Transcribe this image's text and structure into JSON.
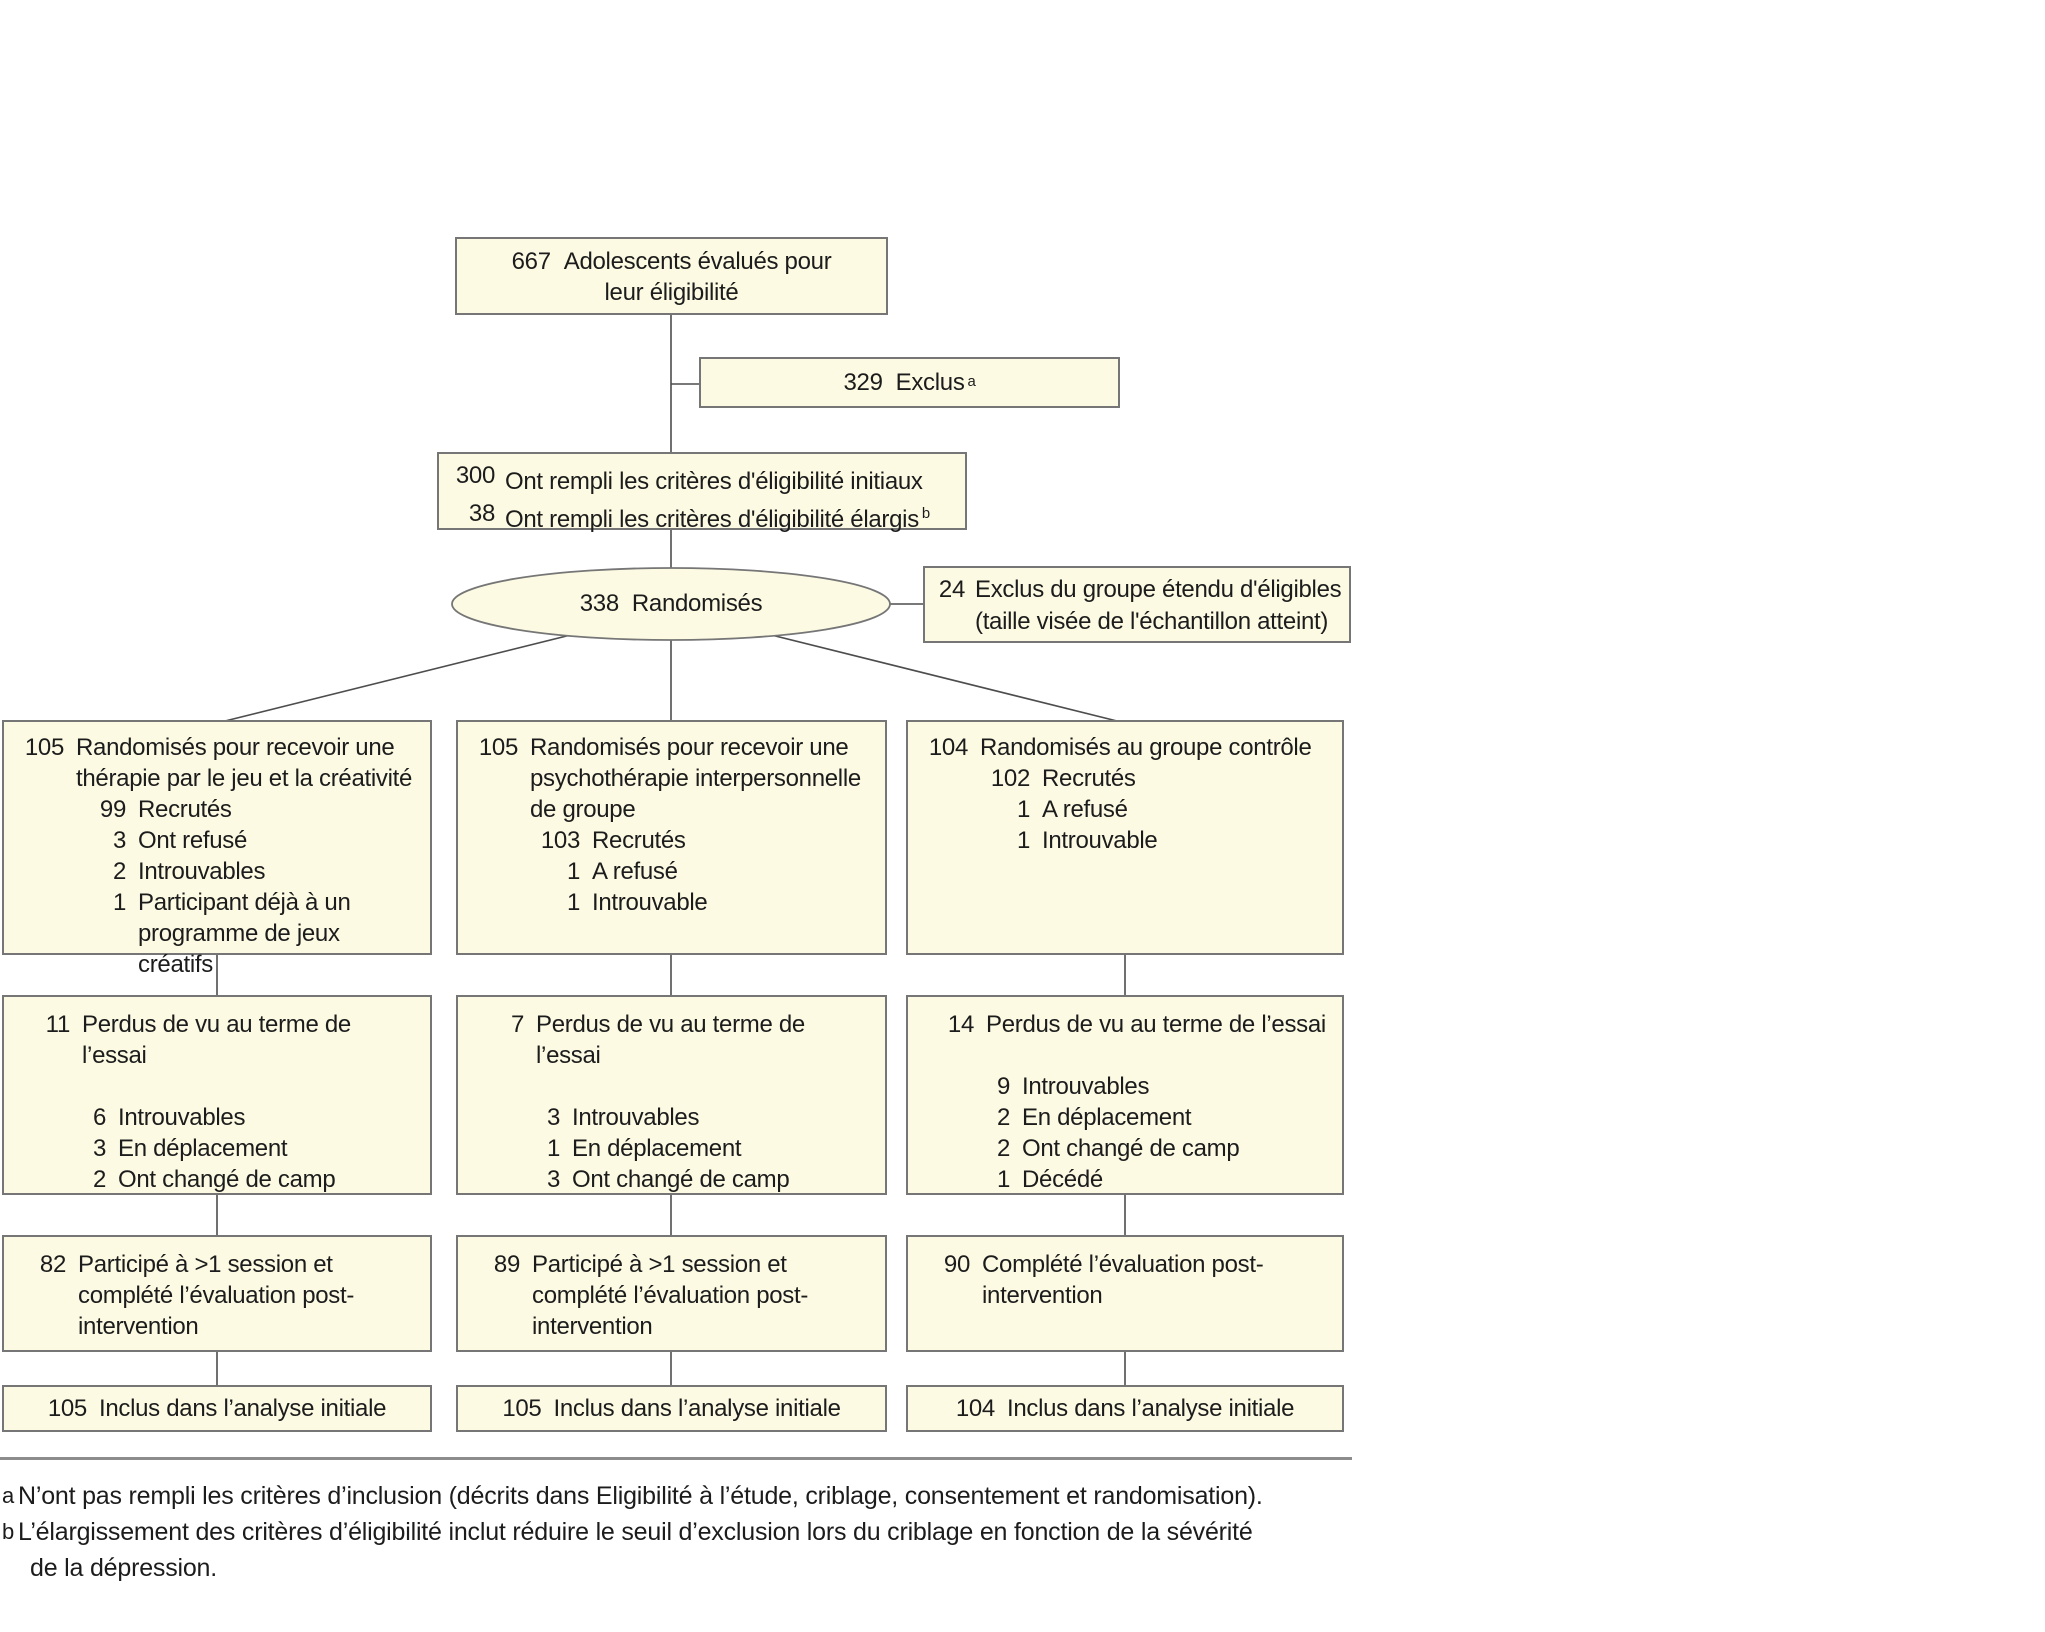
{
  "figure": {
    "colors": {
      "box_fill": "#fcfae3",
      "box_border": "#767676",
      "connector": "#4d4d4d",
      "text": "#1c1c1c"
    },
    "screened": {
      "n": "667",
      "line1": "Adolescents évalués pour",
      "line2": "leur éligibilité"
    },
    "excluded": {
      "n": "329",
      "text": "Exclus",
      "sup": "a"
    },
    "eligible": {
      "rows": [
        {
          "n": "300",
          "text": "Ont rempli les critères d'éligibilité initiaux",
          "sup": ""
        },
        {
          "n": "38",
          "text": "Ont rempli les critères d'éligibilité élargis",
          "sup": "b"
        }
      ]
    },
    "randomized": {
      "n": "338",
      "text": "Randomisés"
    },
    "excluded_extended": {
      "n": "24",
      "line1": "Exclus du groupe étendu d'éligibles",
      "line2": "(taille visée de l'échantillon atteint)"
    },
    "columns": [
      {
        "id": "creative-play-therapy",
        "allocated": {
          "main": {
            "n": "105",
            "text": "Randomisés pour recevoir une thérapie par le jeu et la créativité"
          },
          "subs": [
            {
              "n": "99",
              "text": "Recrutés"
            },
            {
              "n": "3",
              "text": "Ont refusé"
            },
            {
              "n": "2",
              "text": "Introuvables"
            },
            {
              "n": "1",
              "text": "Participant déjà à un programme de jeux créatifs"
            }
          ]
        },
        "lost": {
          "main": {
            "n": "11",
            "text": "Perdus de vu au terme de l’essai"
          },
          "subs": [
            {
              "n": "6",
              "text": "Introuvables"
            },
            {
              "n": "3",
              "text": "En déplacement"
            },
            {
              "n": "2",
              "text": "Ont changé de camp"
            }
          ]
        },
        "completed": {
          "n": "82",
          "text": "Participé à >1 session et complété l’évaluation post-intervention"
        },
        "analyzed": {
          "n": "105",
          "text": "Inclus dans l’analyse initiale"
        }
      },
      {
        "id": "interpersonal-psychotherapy",
        "allocated": {
          "main": {
            "n": "105",
            "text": "Randomisés pour recevoir une psychothérapie interpersonnelle de groupe"
          },
          "subs": [
            {
              "n": "103",
              "text": "Recrutés"
            },
            {
              "n": "1",
              "text": "A refusé"
            },
            {
              "n": "1",
              "text": "Introuvable"
            }
          ]
        },
        "lost": {
          "main": {
            "n": "7",
            "text": "Perdus de vu au terme de l’essai"
          },
          "subs": [
            {
              "n": "3",
              "text": "Introuvables"
            },
            {
              "n": "1",
              "text": "En déplacement"
            },
            {
              "n": "3",
              "text": "Ont changé de camp"
            }
          ]
        },
        "completed": {
          "n": "89",
          "text": "Participé à >1 session et complété l’évaluation post-intervention"
        },
        "analyzed": {
          "n": "105",
          "text": "Inclus dans l’analyse initiale"
        }
      },
      {
        "id": "control-group",
        "allocated": {
          "main": {
            "n": "104",
            "text": "Randomisés au groupe contrôle"
          },
          "subs": [
            {
              "n": "102",
              "text": "Recrutés"
            },
            {
              "n": "1",
              "text": "A refusé"
            },
            {
              "n": "1",
              "text": "Introuvable"
            }
          ]
        },
        "lost": {
          "main": {
            "n": "14",
            "text": "Perdus de vu au terme de l’essai"
          },
          "subs": [
            {
              "n": "9",
              "text": "Introuvables"
            },
            {
              "n": "2",
              "text": "En déplacement"
            },
            {
              "n": "2",
              "text": "Ont changé de camp"
            },
            {
              "n": "1",
              "text": "Décédé"
            }
          ]
        },
        "completed": {
          "n": "90",
          "text": "Complété l’évaluation post-intervention"
        },
        "analyzed": {
          "n": "104",
          "text": "Inclus dans l’analyse initiale"
        }
      }
    ],
    "footnotes": [
      {
        "marker": "a",
        "lines": [
          "N’ont pas rempli les critères d’inclusion (décrits dans Eligibilité à l’étude, criblage, consentement et randomisation)."
        ]
      },
      {
        "marker": "b",
        "lines": [
          "L’élargissement des critères d’éligibilité inclut réduire le seuil d’exclusion lors du criblage en fonction de la sévérité",
          "de la dépression."
        ]
      }
    ]
  }
}
